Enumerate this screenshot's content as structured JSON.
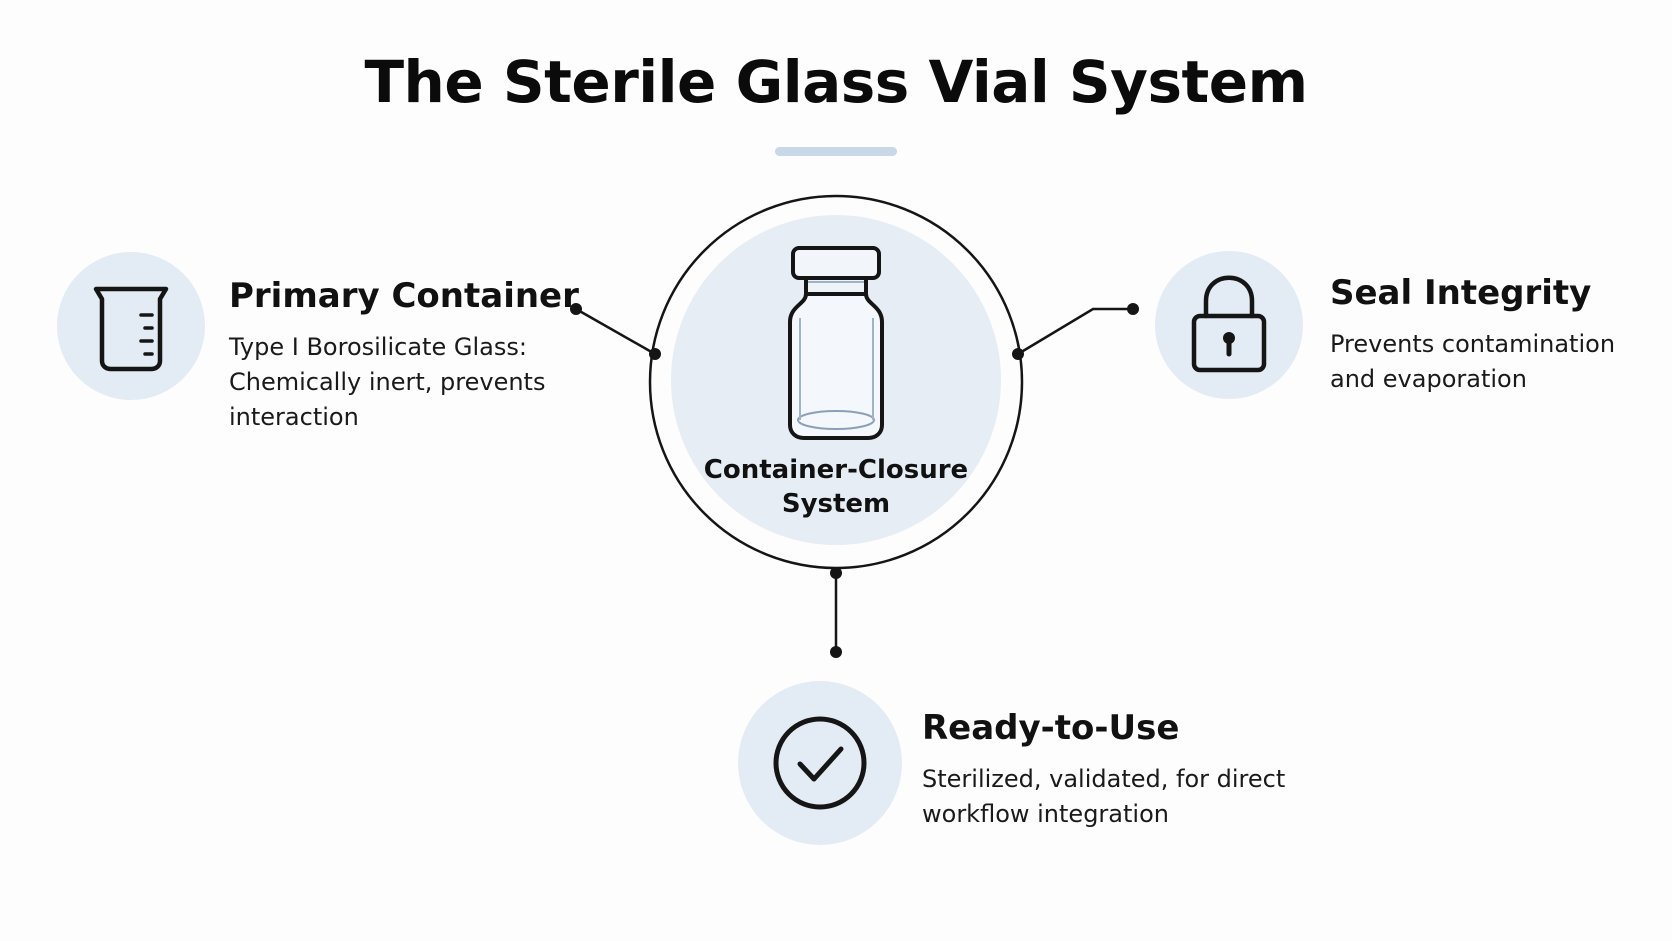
{
  "title": "The Sterile Glass Vial System",
  "center": {
    "label_line1": "Container-Closure",
    "label_line2": "System",
    "icon": "vial-icon"
  },
  "features": {
    "primary": {
      "title": "Primary Container",
      "desc_line1": "Type I Borosilicate Glass:",
      "desc_line2": "Chemically inert, prevents",
      "desc_line3": "interaction",
      "icon": "beaker-icon"
    },
    "seal": {
      "title": "Seal Integrity",
      "desc_line1": "Prevents contamination",
      "desc_line2": "and evaporation",
      "icon": "padlock-icon"
    },
    "ready": {
      "title": "Ready-to-Use",
      "desc_line1": "Sterilized, validated, for direct",
      "desc_line2": "workflow integration",
      "icon": "check-circle-icon"
    }
  },
  "colors": {
    "bubble_fill": "#e3ebf4",
    "line": "#151515",
    "accent_underline": "#c9d8e8"
  }
}
